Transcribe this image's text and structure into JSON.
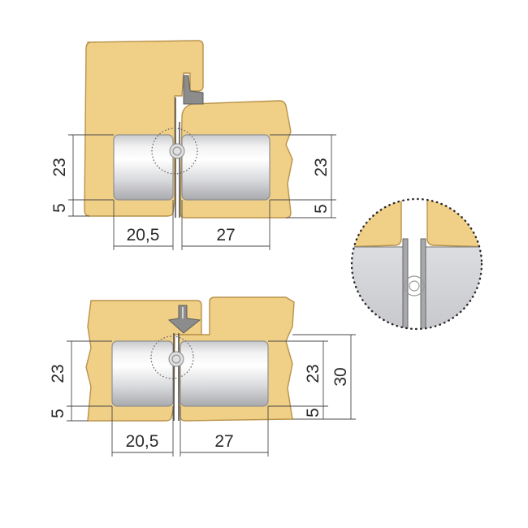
{
  "top_figure": {
    "left_height": "23",
    "left_offset": "5",
    "right_height": "23",
    "right_offset": "5",
    "left_width": "20,5",
    "right_width": "27"
  },
  "bottom_figure": {
    "left_height": "23",
    "left_offset": "5",
    "right_height": "23",
    "right_offset": "5",
    "total_height": "30",
    "left_width": "20,5",
    "right_width": "27"
  },
  "colors": {
    "wood": "#f0cf86",
    "wood_edge": "#b9924a",
    "metal": "#d6d7da",
    "gasket": "#8c8c8c"
  }
}
